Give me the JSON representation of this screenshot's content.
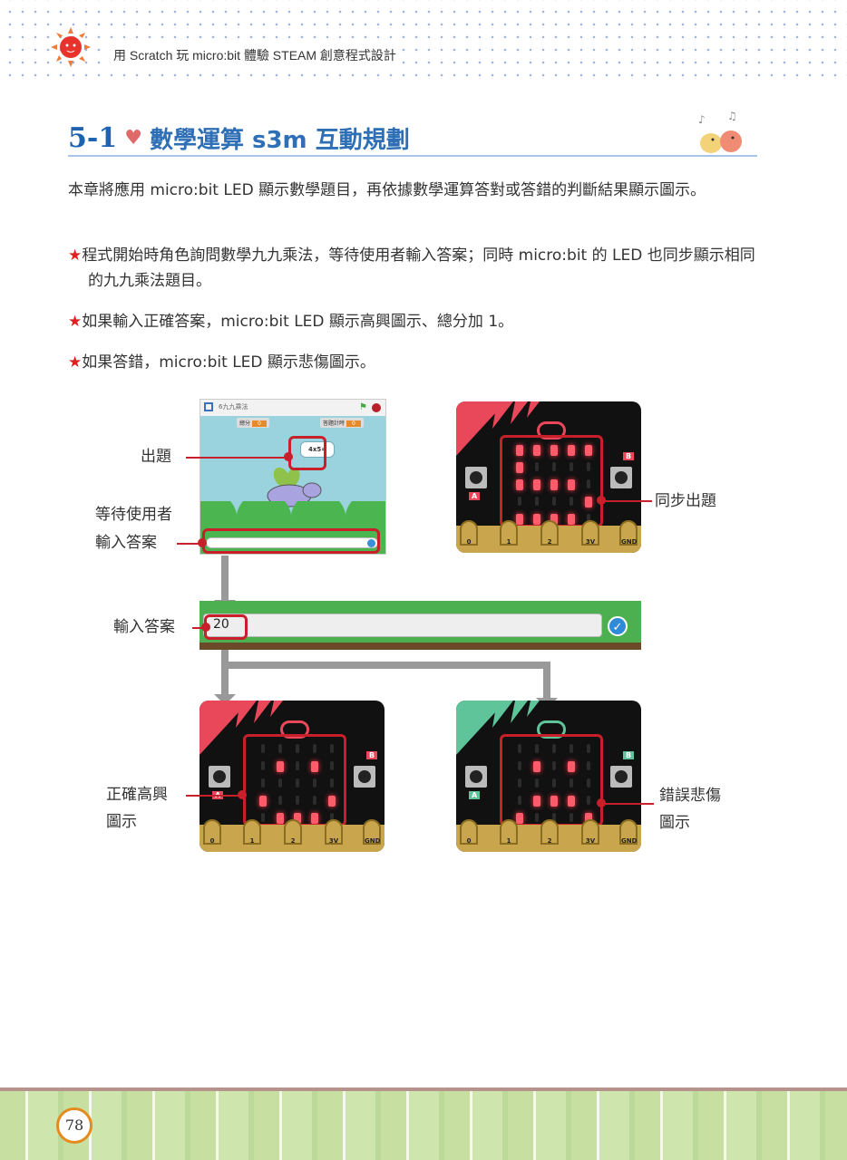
{
  "header": {
    "running_title": "用 Scratch 玩 micro:bit 體驗 STEAM 創意程式設計"
  },
  "section": {
    "number": "5-1",
    "title": "數學運算 s3m 互動規劃"
  },
  "intro": "本章將應用 micro:bit LED 顯示數學題目，再依據數學運算答對或答錯的判斷結果顯示圖示。",
  "bullets": [
    {
      "marker": "★",
      "text": "程式開始時角色詢問數學九九乘法，等待使用者輸入答案；同時 micro:bit 的 LED 也同步顯示相同的九九乘法題目。"
    },
    {
      "marker": "★",
      "text": "如果輸入正確答案，micro:bit LED 顯示高興圖示、總分加 1。"
    },
    {
      "marker": "★",
      "text": "如果答錯，micro:bit LED 顯示悲傷圖示。"
    }
  ],
  "scratch": {
    "project_title": "6九九乘法",
    "score_label": "總分",
    "score_value": "0",
    "timer_label": "答題計時",
    "timer_value": "0",
    "question": "4x5="
  },
  "answer_input": {
    "value": "20"
  },
  "labels": {
    "question": "出題",
    "wait_1": "等待使用者",
    "wait_2": "輸入答案",
    "input": "輸入答案",
    "sync": "同步出題",
    "correct_1": "正確高興",
    "correct_2": "圖示",
    "wrong_1": "錯誤悲傷",
    "wrong_2": "圖示"
  },
  "boards": [
    {
      "name": "microbit-question",
      "accent": "#e8485a",
      "pattern": [
        "11111",
        "10000",
        "11110",
        "00001",
        "11110"
      ]
    },
    {
      "name": "microbit-happy",
      "accent": "#e8485a",
      "pattern": [
        "00000",
        "01010",
        "00000",
        "10001",
        "01110"
      ]
    },
    {
      "name": "microbit-sad",
      "accent": "#5fc49a",
      "pattern": [
        "00000",
        "01010",
        "00000",
        "01110",
        "10001"
      ]
    }
  ],
  "board_text": {
    "btn_a": "A",
    "btn_b": "B",
    "pins": [
      "0",
      "1",
      "2",
      "3V",
      "GND"
    ]
  },
  "footer": {
    "page_number": "78"
  }
}
